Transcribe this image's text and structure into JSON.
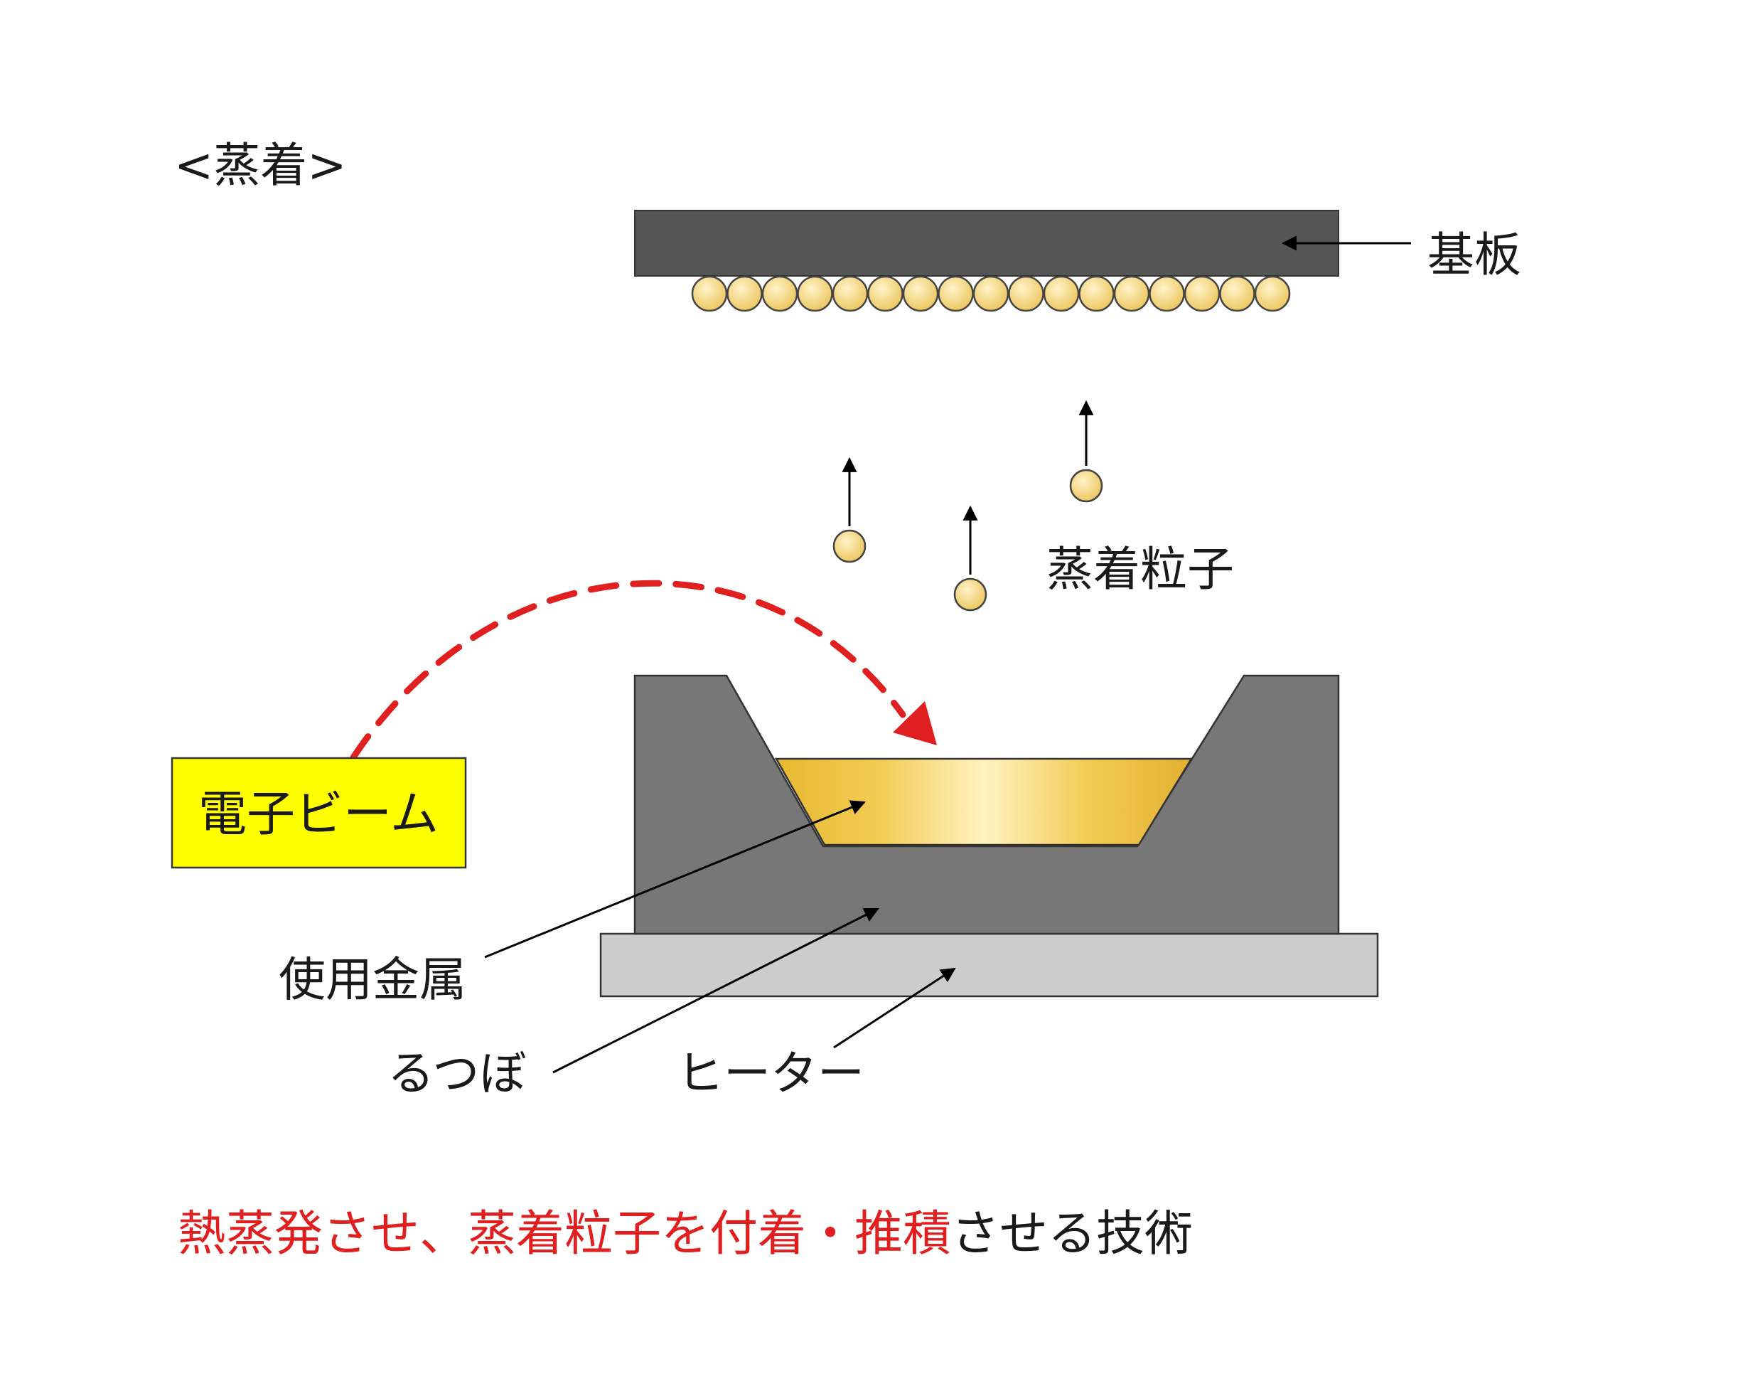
{
  "title": "<蒸着>",
  "labels": {
    "substrate": "基板",
    "particles": "蒸着粒子",
    "electron_beam": "電子ビーム",
    "metal": "使用金属",
    "crucible": "るつぼ",
    "heater": "ヒーター"
  },
  "caption": {
    "red_part": "熱蒸発させ、蒸着粒子を付着・推積",
    "black_part": "させる技術"
  },
  "colors": {
    "substrate": "#555555",
    "crucible": "#777777",
    "heater": "#cccccc",
    "metal_gold": "#f0c040",
    "particle": "#f2cd6a",
    "beam_label_bg": "#ffff00",
    "beam_arrow": "#e02020",
    "caption_red": "#e02020",
    "text": "#1a1a1a"
  }
}
